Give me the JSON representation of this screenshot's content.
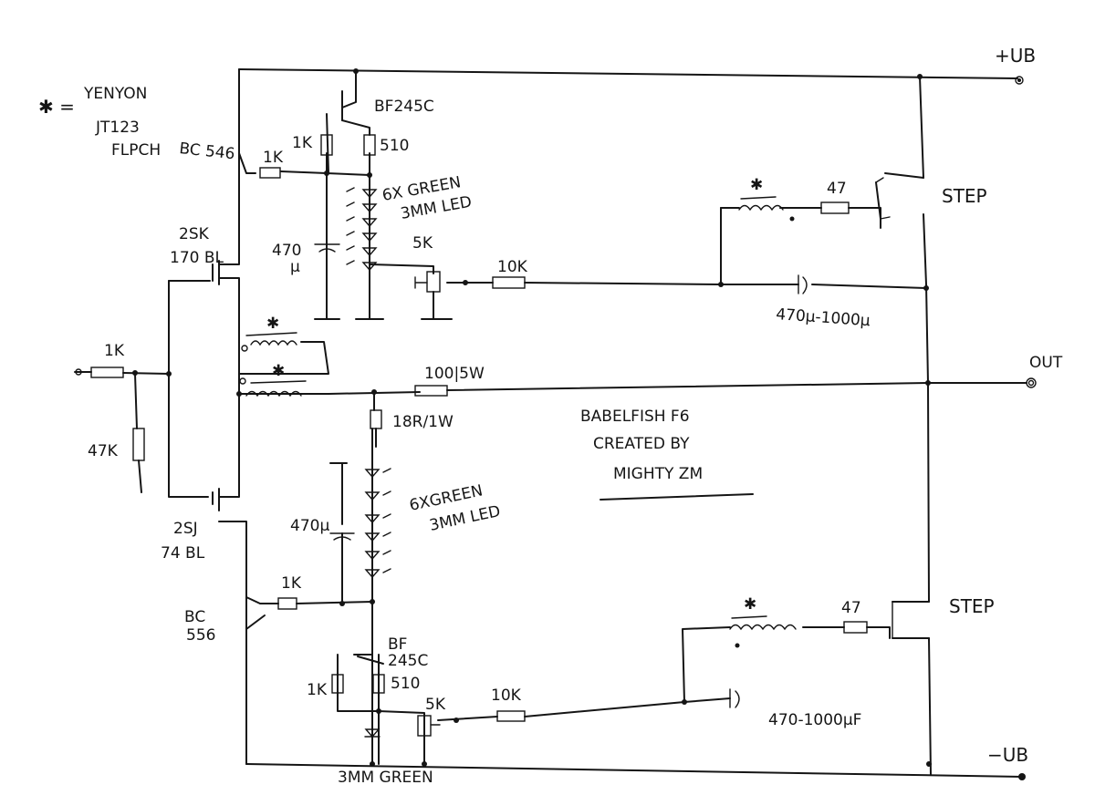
{
  "rails": {
    "positive": "+UB",
    "negative": "−UB",
    "out": "OUT"
  },
  "footnote": {
    "marker": "✱ =",
    "line1": "YENYON",
    "line2": "JT123",
    "line3": "FLPCH"
  },
  "title_block": {
    "line1": "BABELFISH F6",
    "line2": "CREATED BY",
    "line3": "MIGHTY ZM"
  },
  "labels": {
    "bc546": "BC 546",
    "q_top_jfet": "BF245C",
    "r_1k_a": "1K",
    "r_1k_b": "1K",
    "r_510_top": "510",
    "leds_top_1": "6X GREEN",
    "leds_top_2": "3MM LED",
    "cap_top_1": "470",
    "cap_top_2": "μ",
    "pot_top": "5K",
    "r_10k_top": "10K",
    "q_2sk_1": "2SK",
    "q_2sk_2": "170 BL",
    "r_in": "1K",
    "r_47k": "47K",
    "inductor_star_1": "✱",
    "inductor_star_2": "✱",
    "r_out": "100|5W",
    "r_18r": "18R/1W",
    "leds_bot_1": "6XGREEN",
    "leds_bot_2": "3MM LED",
    "cap_bot": "470μ",
    "q_2sj_1": "2SJ",
    "q_2sj_2": "74 BL",
    "r_1k_c": "1K",
    "bc556_1": "BC",
    "bc556_2": "556",
    "q_bot_jfet_1": "BF",
    "q_bot_jfet_2": "245C",
    "r_1k_d": "1K",
    "r_510_bot": "510",
    "pot_bot": "5K",
    "r_10k_bot": "10K",
    "led_bot_single": "3MM GREEN",
    "step_top": "STEP",
    "step_bot": "STEP",
    "star_top_right": "✱",
    "star_bot_right": "✱",
    "r_47_top": "47",
    "r_47_bot": "47",
    "cap_right_top": "470μ-1000μ",
    "cap_right_bot": "470-1000μF"
  }
}
